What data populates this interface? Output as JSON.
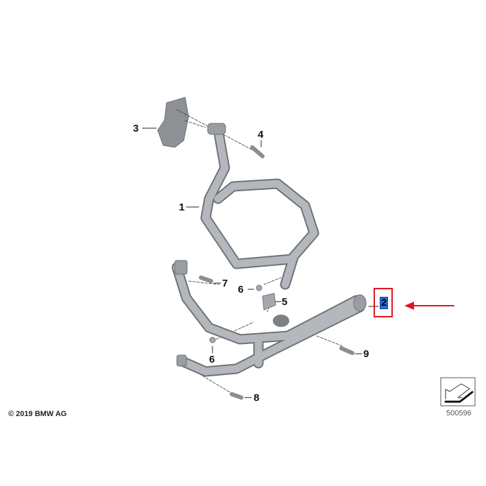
{
  "diagram": {
    "callouts": [
      "1",
      "2",
      "3",
      "4",
      "5",
      "6",
      "6",
      "7",
      "8",
      "9"
    ],
    "highlighted_callout": "2",
    "copyright": "© 2019 BMW AG",
    "diagram_number": "500596",
    "colors": {
      "highlight_box": "#e0141e",
      "arrow": "#e0141e",
      "selection": "#2d6cd8",
      "part": "#a9adb2"
    }
  }
}
